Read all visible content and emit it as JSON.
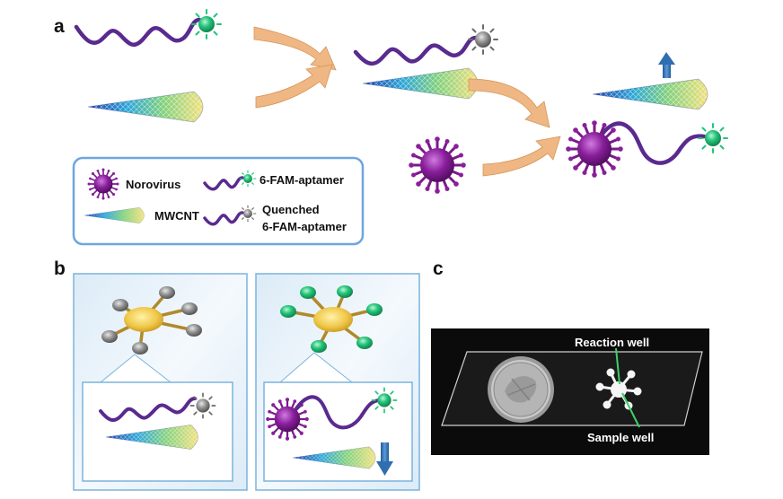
{
  "panels": {
    "a": "a",
    "b": "b",
    "c": "c"
  },
  "legend": {
    "norovirus": "Norovirus",
    "aptamer": "6-FAM-aptamer",
    "mwcnt": "MWCNT",
    "quenched_line1": "Quenched",
    "quenched_line2": "6-FAM-aptamer"
  },
  "photo": {
    "reaction_well": "Reaction well",
    "sample_well": "Sample well"
  },
  "colors": {
    "aptamer_purple": "#5a2a8f",
    "fam_green": "#22c47a",
    "quenched_grey": "#7a7a7a",
    "virus_purple": "#7a1a8a",
    "arrow_peach": "#efb783",
    "legend_border": "#6ea6e0",
    "panel_border": "#7bb3dc",
    "up_arrow_blue": "#2f6fb0"
  },
  "icons": {
    "aptamer": "squiggle-strand-icon",
    "fluorophore": "starburst-dot-icon",
    "virus": "spiky-sphere-icon",
    "nanotube": "cone-mesh-icon",
    "arrow": "curved-arrow-icon"
  }
}
